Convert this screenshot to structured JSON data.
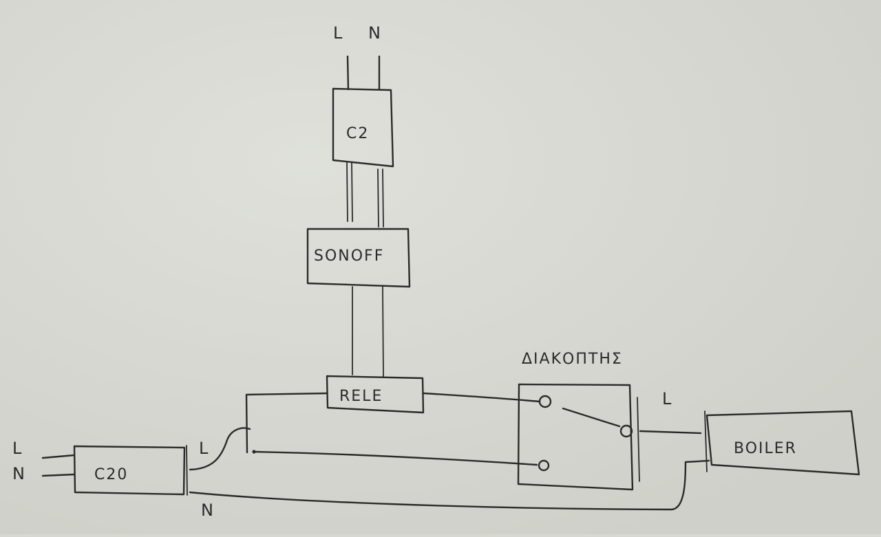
{
  "diagram": {
    "colors": {
      "paper": "#d7d8d2",
      "ink": "#2a2a2a"
    },
    "supply_top": {
      "l_label": "L",
      "n_label": "N"
    },
    "breaker_c2": {
      "label": "C2"
    },
    "sonoff": {
      "label": "SONOFF"
    },
    "rele": {
      "label": "RELE"
    },
    "switch": {
      "label": "ΔΙΑΚΟΠΤΗΣ",
      "output_label": "L"
    },
    "boiler": {
      "label": "BOILER"
    },
    "breaker_c20": {
      "label": "C20",
      "in_l_label": "L",
      "in_n_label": "N",
      "out_l_label": "L",
      "out_n_label": "N"
    }
  }
}
